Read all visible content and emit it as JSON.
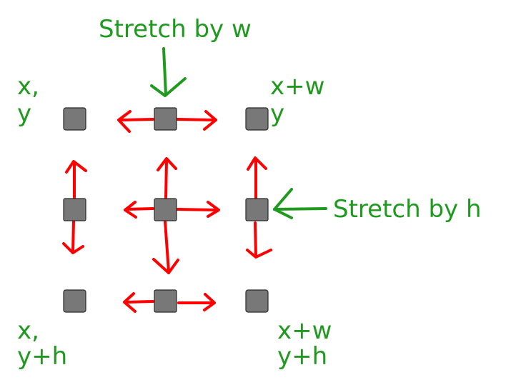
{
  "labels": {
    "stretch_w": "Stretch by w",
    "stretch_h": "Stretch by h",
    "tl_line1": "x,",
    "tl_line2": "y",
    "tr_line1": "x+w",
    "tr_line2": "y",
    "bl_line1": "x,",
    "bl_line2": "y+h",
    "br_line1": "x+w",
    "br_line2": "y+h"
  },
  "colors": {
    "label": "#1f9a1f",
    "pointer_arrow": "#1f9a1f",
    "resize_arrow": "#ff0000",
    "handle": "#787878"
  }
}
